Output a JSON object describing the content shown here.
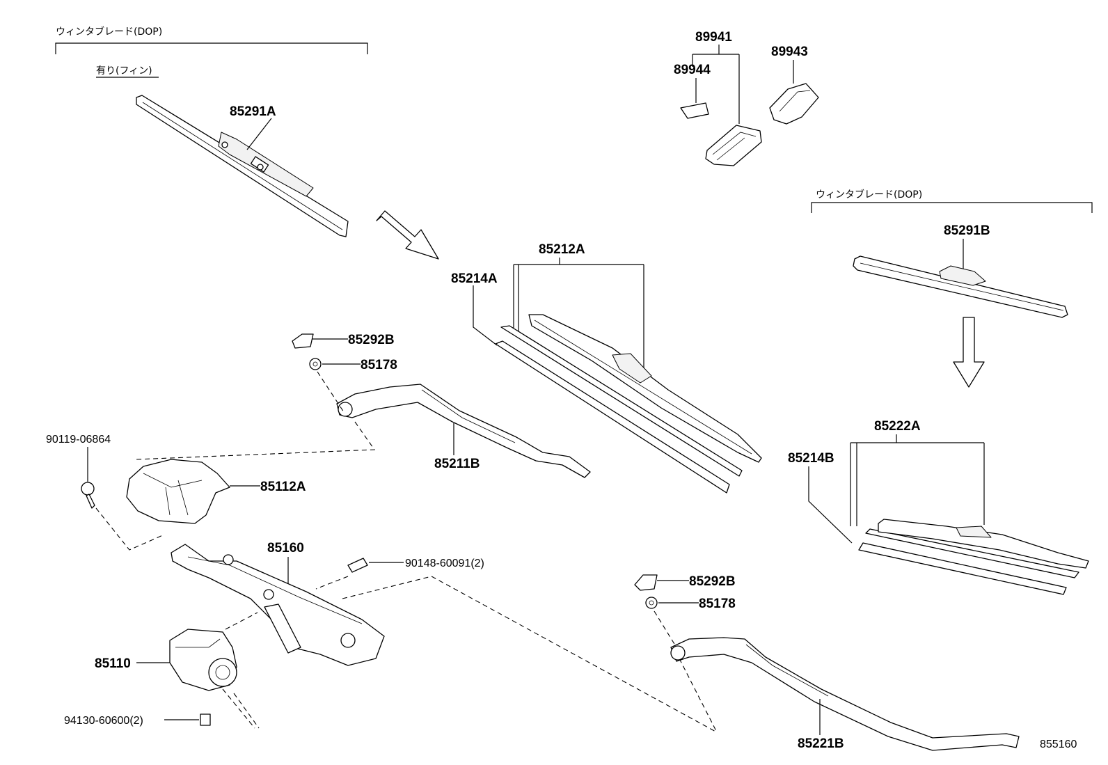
{
  "notes": {
    "dop_left": "ウィンタブレード(DOP)",
    "fin": "有り(フィン)",
    "dop_right": "ウィンタブレード(DOP)"
  },
  "labels": {
    "p85291A": "85291A",
    "p89941": "89941",
    "p89943": "89943",
    "p89944": "89944",
    "p85291B": "85291B",
    "p85212A": "85212A",
    "p85214A": "85214A",
    "p85292B_1": "85292B",
    "p85178_1": "85178",
    "p85211B": "85211B",
    "p90119": "90119-06864",
    "p85112A": "85112A",
    "p85160": "85160",
    "p90148": "90148-60091(2)",
    "p85110": "85110",
    "p94130": "94130-60600(2)",
    "p85222A": "85222A",
    "p85214B": "85214B",
    "p85292B_2": "85292B",
    "p85178_2": "85178",
    "p85221B": "85221B"
  },
  "diagram_id": "855160"
}
